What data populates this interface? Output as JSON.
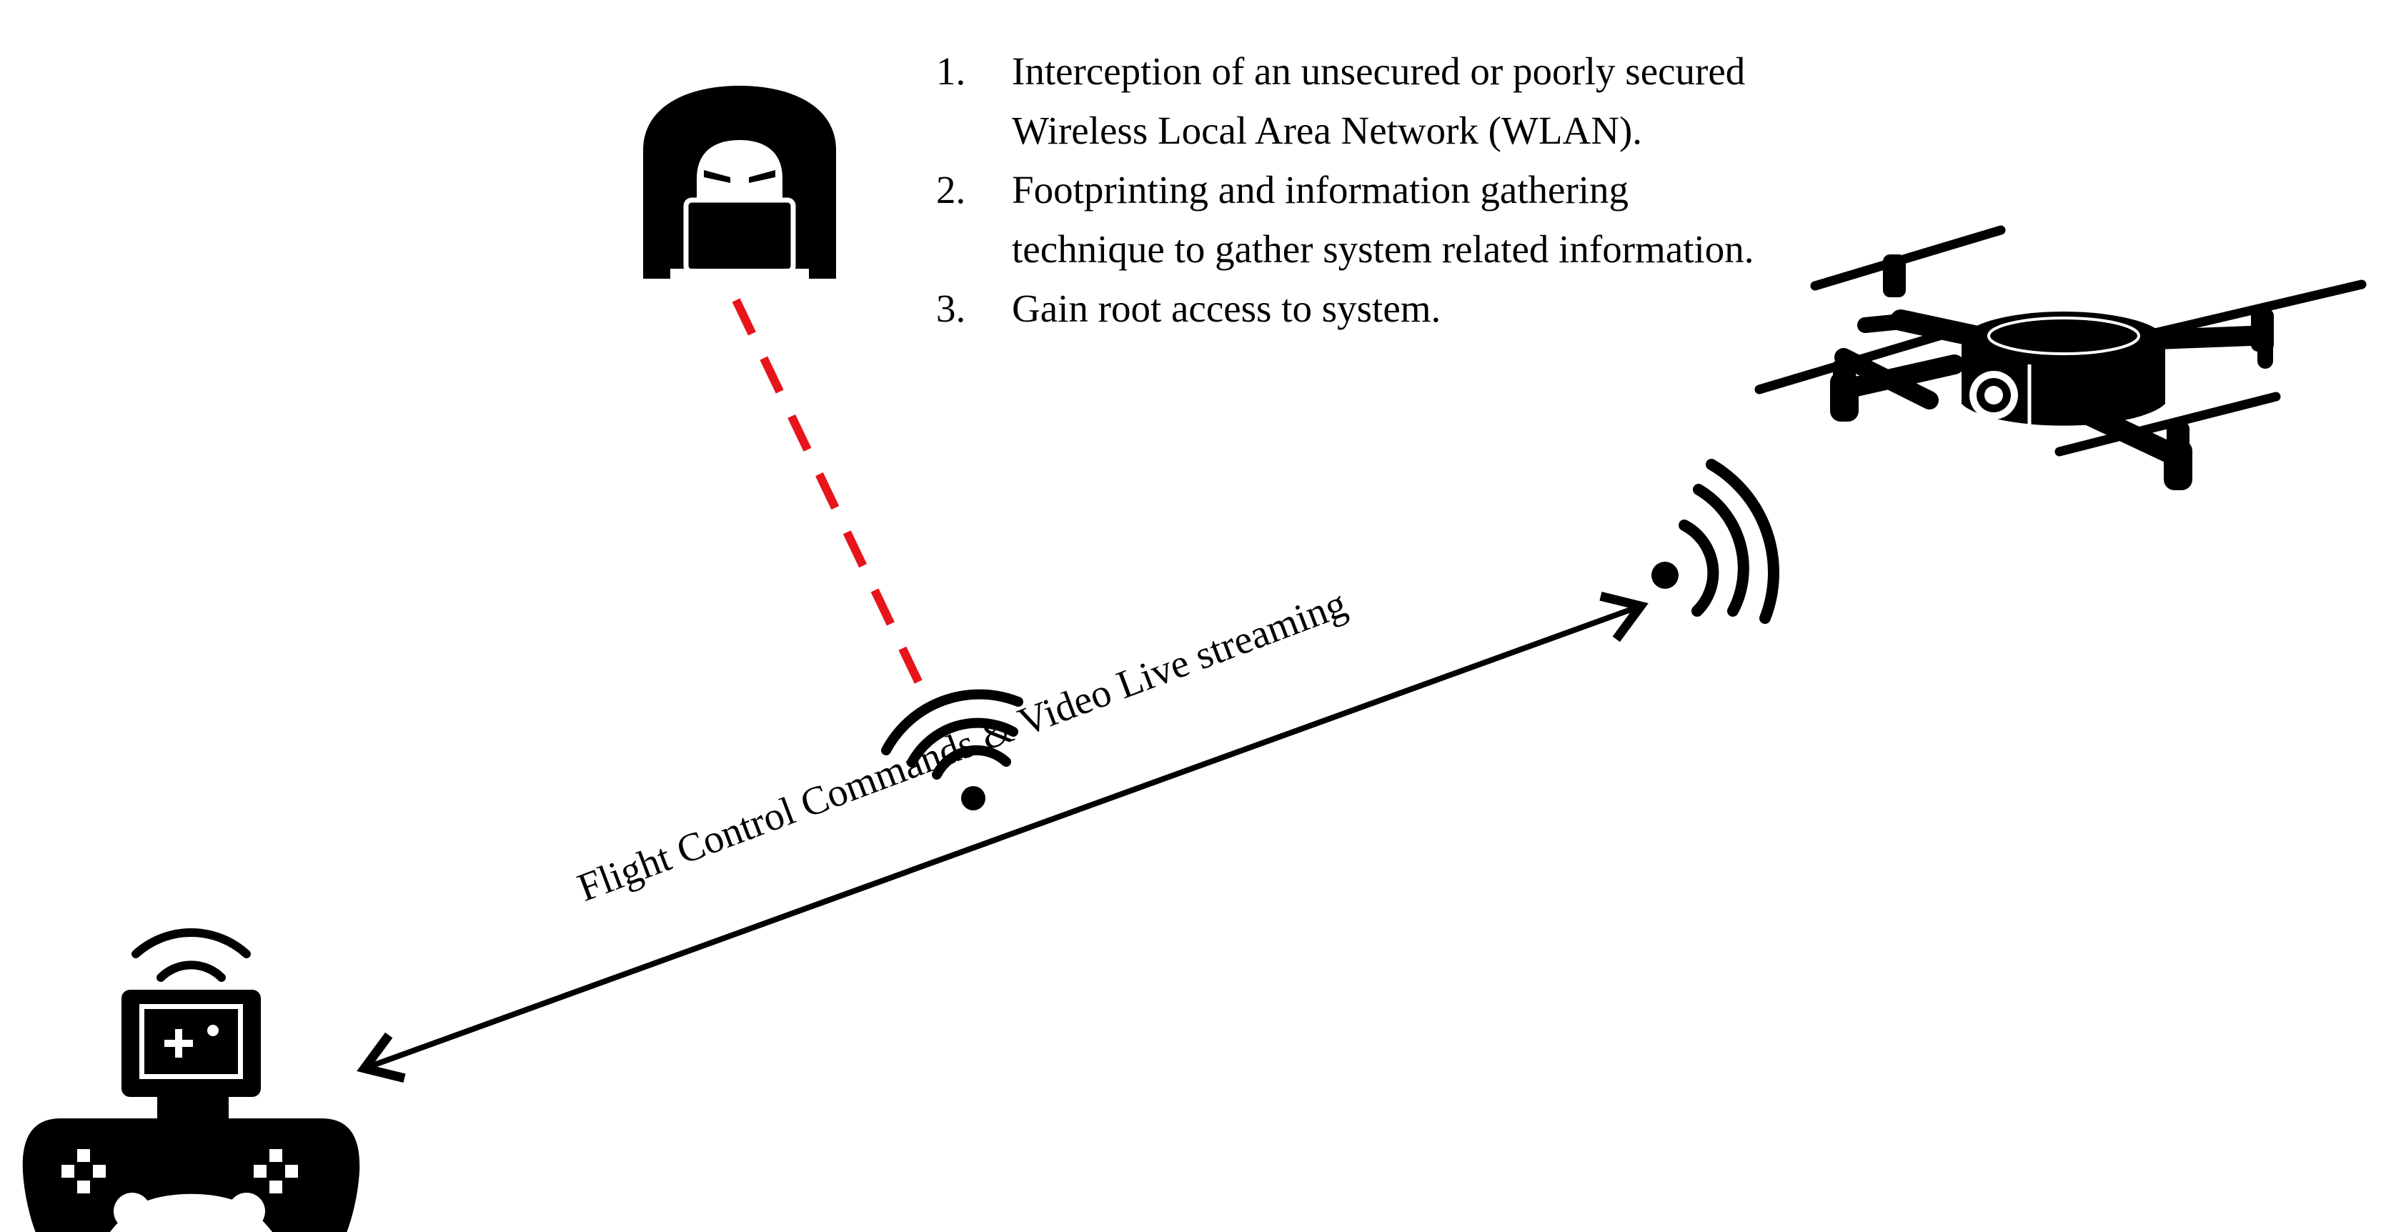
{
  "steps": [
    {
      "number": "1.",
      "text": "Interception of an unsecured or poorly secured Wireless Local Area Network (WLAN)."
    },
    {
      "number": "2.",
      "text": "Footprinting and information gathering technique to gather system related information."
    },
    {
      "number": "3.",
      "text": "Gain root access to system."
    }
  ],
  "link_label": "Flight Control Commands & Video Live streaming",
  "icons": {
    "attacker": "hooded-hacker-icon",
    "drone": "quadcopter-drone-icon",
    "controller": "game-controller-icon",
    "signal_drone": "wifi-signal-icon",
    "signal_intercept": "wifi-signal-icon",
    "signal_controller": "wifi-signal-icon"
  },
  "colors": {
    "attack_line": "#e8141b",
    "ink": "#000000",
    "background": "#ffffff"
  }
}
